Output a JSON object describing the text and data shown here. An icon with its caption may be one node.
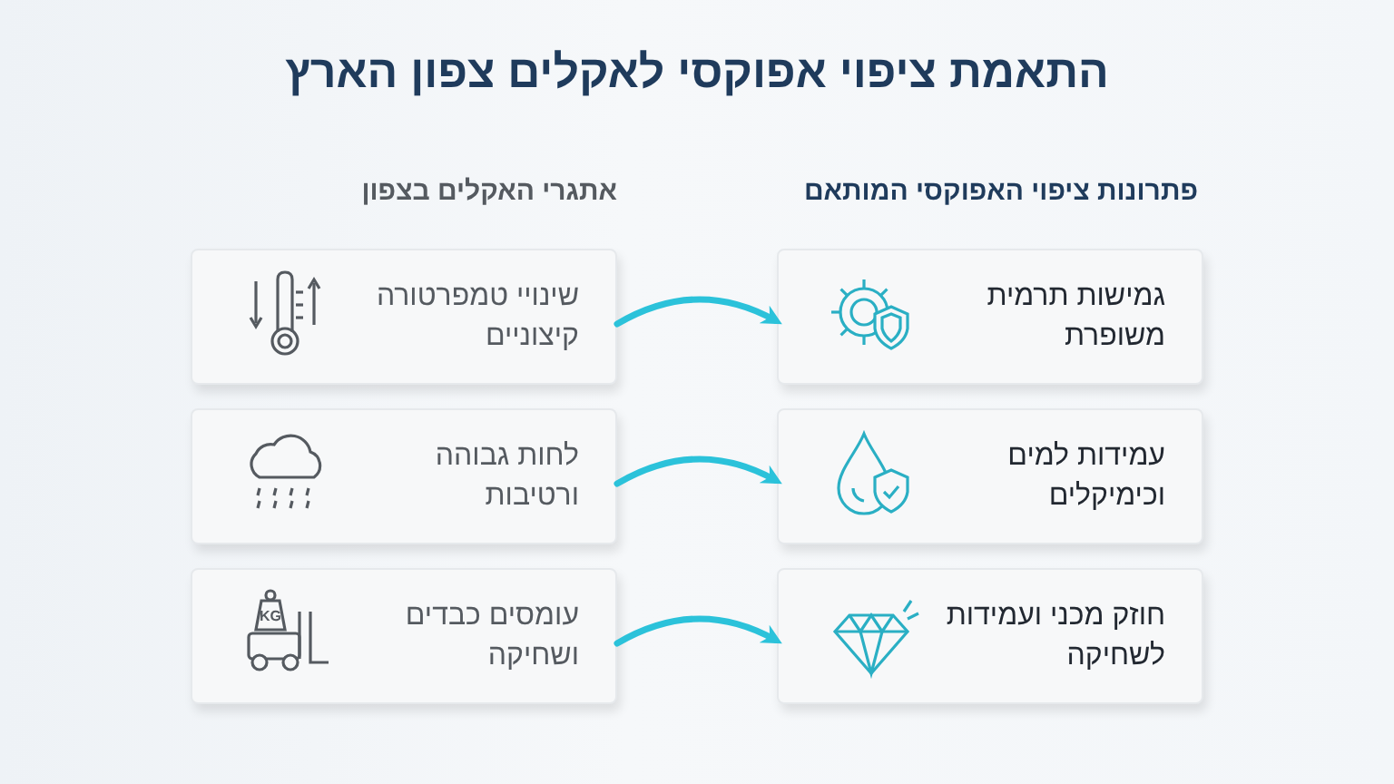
{
  "diagram": {
    "title": "התאמת ציפוי אפוקסי לאקלים צפון הארץ",
    "nodes": [
      {
        "text": [
          "גמישות תרמית משופרת"
        ]
      },
      {
        "text": [
          "שינויי טמפרטורה קיצוניים"
        ]
      },
      {
        "text": [
          "עמידות למים וכימיקלים"
        ]
      },
      {
        "text": [
          "לחות גבוהה ורטיבות"
        ]
      },
      {
        "text": [
          "חוזק מכני ועמידות לשחיקה"
        ]
      },
      {
        "text": [
          "עומסים כבדים ושחיקה"
        ]
      }
    ],
    "edges": [
      {
        "from": 1,
        "to": 0,
        "arrow": "to"
      },
      {
        "from": 3,
        "to": 2,
        "arrow": "to"
      },
      {
        "from": 5,
        "to": 4,
        "arrow": "to"
      }
    ],
    "labels": [
      "פתרונות ציפוי האפוקסי המותאם",
      "אתגרי האקלים בצפון",
      "KG"
    ]
  }
}
